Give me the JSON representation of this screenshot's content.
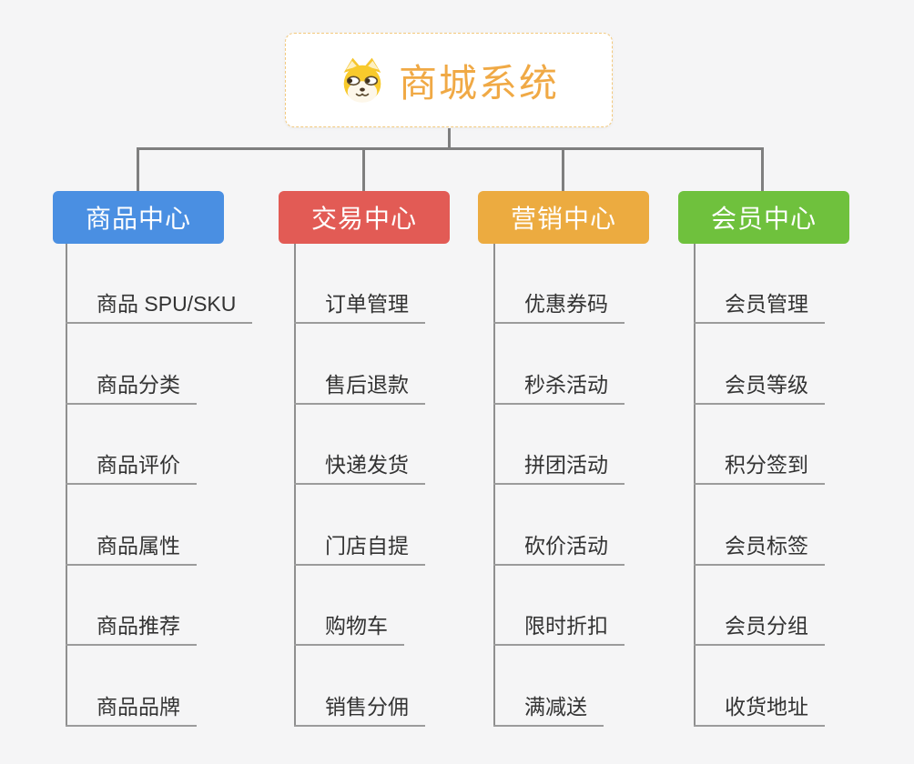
{
  "page": {
    "background_color": "#f5f5f6",
    "connector_color": "#7f7f7f",
    "underline_color": "#9b9b9b"
  },
  "root": {
    "title": "商城系统",
    "icon": "shiba-dog-icon",
    "title_color": "#f0a945",
    "border_color": "#f3c97d"
  },
  "branches": [
    {
      "label": "商品中心",
      "color": "#4a8fe2",
      "items": [
        "商品 SPU/SKU",
        "商品分类",
        "商品评价",
        "商品属性",
        "商品推荐",
        "商品品牌"
      ]
    },
    {
      "label": "交易中心",
      "color": "#e25b55",
      "items": [
        "订单管理",
        "售后退款",
        "快递发货",
        "门店自提",
        "购物车",
        "销售分佣"
      ]
    },
    {
      "label": "营销中心",
      "color": "#ecab40",
      "items": [
        "优惠券码",
        "秒杀活动",
        "拼团活动",
        "砍价活动",
        "限时折扣",
        "满减送"
      ]
    },
    {
      "label": "会员中心",
      "color": "#6fc13d",
      "items": [
        "会员管理",
        "会员等级",
        "积分签到",
        "会员标签",
        "会员分组",
        "收货地址"
      ]
    }
  ]
}
